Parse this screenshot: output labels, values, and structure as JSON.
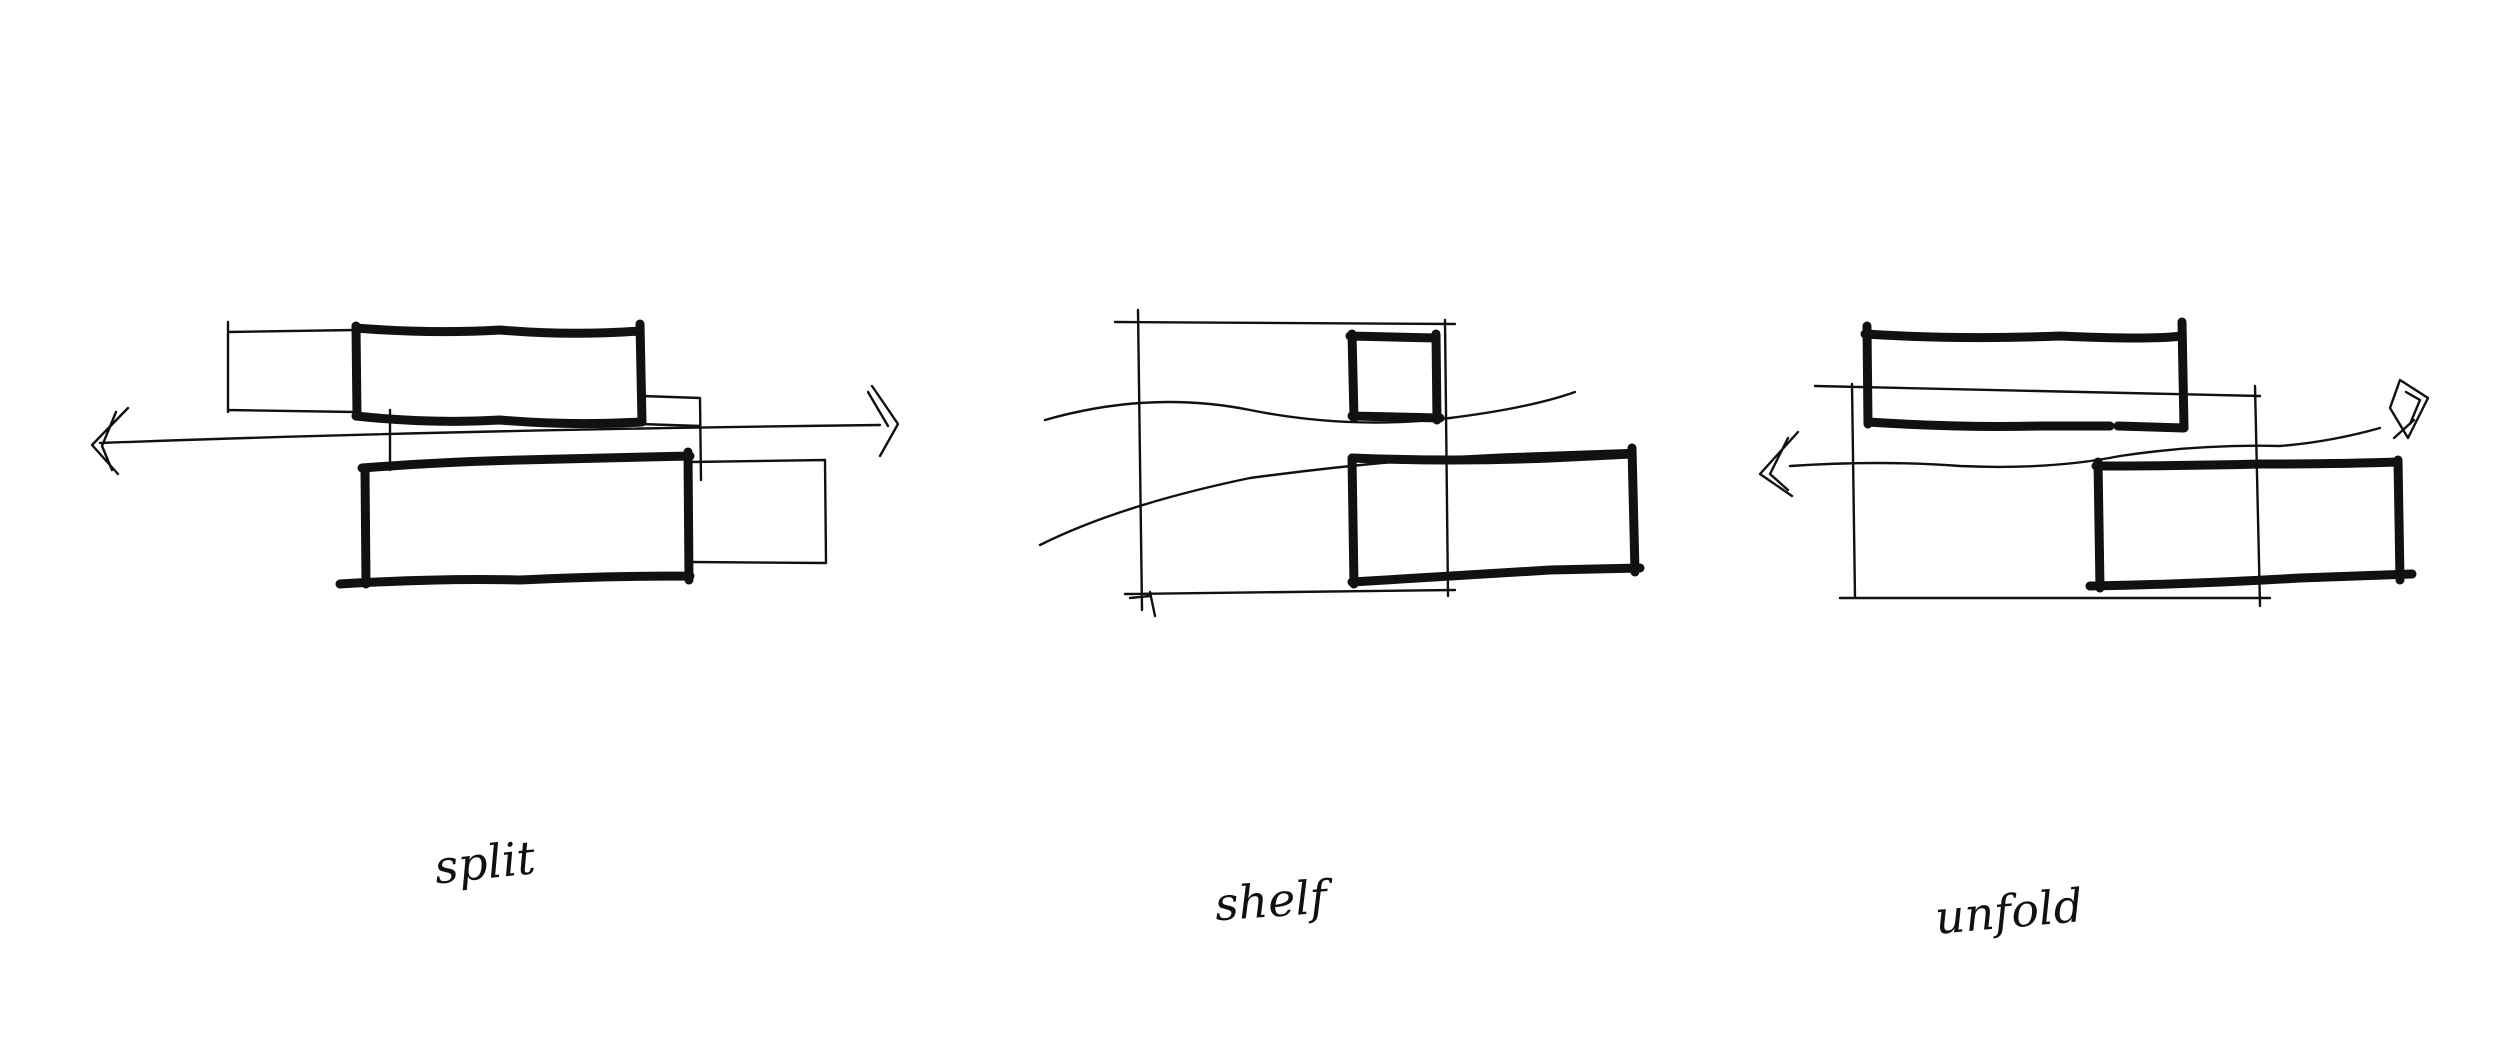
{
  "colors": {
    "background": "#ffffff",
    "ink": "#111111"
  },
  "diagrams": [
    {
      "label": "split",
      "icon": "split-diagram-icon"
    },
    {
      "label": "shelf",
      "icon": "shelf-diagram-icon"
    },
    {
      "label": "unfold",
      "icon": "unfold-diagram-icon"
    }
  ]
}
